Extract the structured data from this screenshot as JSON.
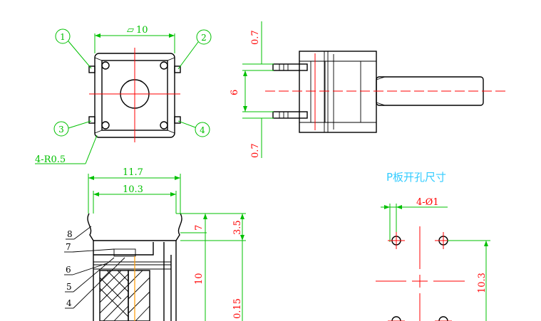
{
  "colors": {
    "outline": "#000000",
    "centerline": "#ff0000",
    "dimension": "#00c000",
    "dimension_text": "#ff0000",
    "callout": "#00c000",
    "section_title": "#33ccff",
    "accent": "#ff9900"
  },
  "top_view": {
    "width_dim": "10",
    "flatness_symbol": "▱",
    "corner_radius": "4-R0.5",
    "pins": [
      "1",
      "2",
      "3",
      "4"
    ]
  },
  "side_view": {
    "top_lead": "0.7",
    "pitch": "6",
    "bottom_lead": "0.7"
  },
  "section_view": {
    "outer_width": "11.7",
    "inner_width": "10.3",
    "dim_3_5": "3.5",
    "dim_7": "7",
    "dim_10": "10",
    "dim_0_15": "0.15",
    "parts": [
      "8",
      "7",
      "6",
      "5",
      "4"
    ]
  },
  "pcb_layout": {
    "title": "P板开孔尺寸",
    "holes": "4-Ø1",
    "vertical_pitch": "10.3"
  }
}
